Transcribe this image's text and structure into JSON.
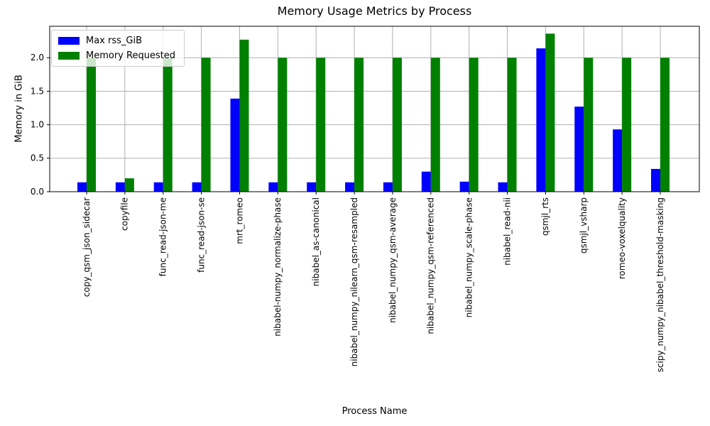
{
  "chart_data": {
    "type": "bar",
    "title": "Memory Usage Metrics by Process",
    "xlabel": "Process Name",
    "ylabel": "Memory in GiB",
    "categories": [
      "copy_qsm_json_sidecar",
      "copyfile",
      "func_read-json-me",
      "func_read-json-se",
      "mrt_romeo",
      "nibabel-numpy_normalize-phase",
      "nibabel_as-canonical",
      "nibabel_numpy_nilearn_qsm-resampled",
      "nibabel_numpy_qsm-average",
      "nibabel_numpy_qsm-referenced",
      "nibabel_numpy_scale-phase",
      "nibabel_read-nii",
      "qsmjl_rts",
      "qsmjl_vsharp",
      "romeo-voxelquality",
      "scipy_numpy_nibabel_threshold-masking"
    ],
    "series": [
      {
        "name": "Max rss_GiB",
        "color": "#0000ff",
        "values": [
          0.14,
          0.14,
          0.14,
          0.14,
          1.39,
          0.14,
          0.14,
          0.14,
          0.14,
          0.3,
          0.15,
          0.14,
          2.14,
          1.27,
          0.93,
          0.34
        ]
      },
      {
        "name": "Memory Requested",
        "color": "#008000",
        "values": [
          2.0,
          0.2,
          2.0,
          2.0,
          2.27,
          2.0,
          2.0,
          2.0,
          2.0,
          2.0,
          2.0,
          2.0,
          2.36,
          2.0,
          2.0,
          2.0
        ]
      }
    ],
    "yticks": [
      0.0,
      0.5,
      1.0,
      1.5,
      2.0
    ],
    "ylim": [
      0,
      2.47
    ],
    "grid": true,
    "grid_color": "#b0b0b0",
    "legend_position": "upper left",
    "x_tick_rotation": 90
  }
}
